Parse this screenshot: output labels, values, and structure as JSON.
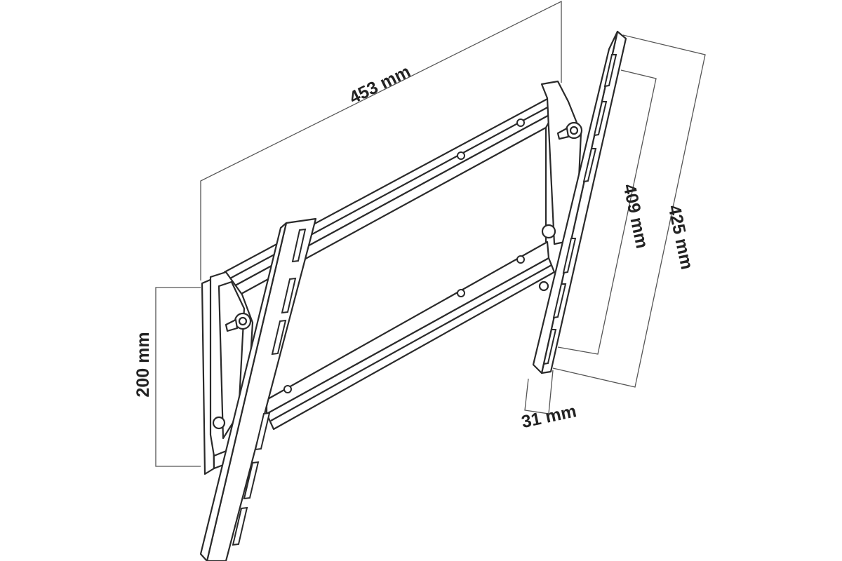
{
  "dimensions": {
    "width": "453 mm",
    "height": "200 mm",
    "arm_inner": "409 mm",
    "arm_outer": "425 mm",
    "depth": "31 mm"
  },
  "colors": {
    "stroke": "#2a2a2a",
    "dimension_line": "#555555",
    "text": "#222222",
    "background": "#ffffff"
  }
}
